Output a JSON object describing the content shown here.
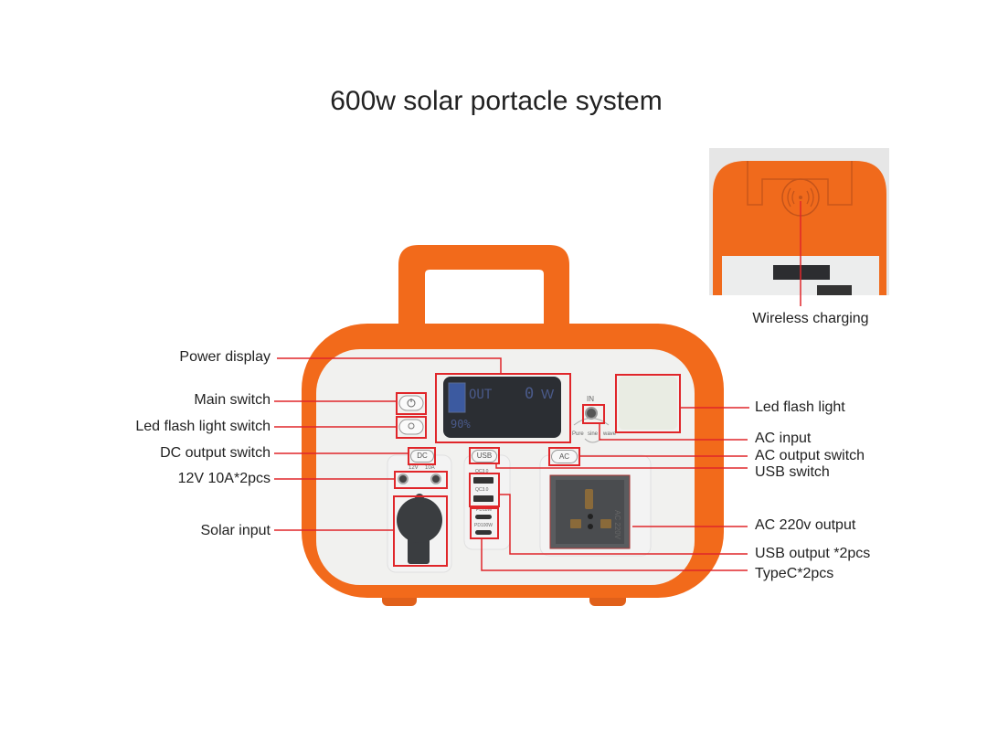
{
  "title": "600w solar portacle system",
  "colors": {
    "body": "#f26a1b",
    "callout_line": "#e0262a",
    "lcd": "#2b2e33",
    "lcd_text": "#4a5a8a"
  },
  "lcd": {
    "out_label": "OUT",
    "power_value": "0",
    "power_unit": "W",
    "battery_percent": "90%"
  },
  "panel_text": {
    "in": "IN",
    "pure": "Pure",
    "sine": "sine",
    "wave": "wave",
    "dc": "DC",
    "dc_spec_v": "12V",
    "dc_spec_a": "10A",
    "usb": "USB",
    "qc1": "QC3.0",
    "qc2": "QC3.0",
    "pd1": "PD18W",
    "pd2": "PD100W",
    "ac": "AC",
    "ac_rating": "AC 220V"
  },
  "callouts_left": [
    {
      "label": "Power display"
    },
    {
      "label": "Main switch"
    },
    {
      "label": "Led flash light switch"
    },
    {
      "label": "DC output switch"
    },
    {
      "label": "12V 10A*2pcs"
    },
    {
      "label": "Solar input"
    }
  ],
  "callouts_right": [
    {
      "label": "Led flash light"
    },
    {
      "label": "AC input"
    },
    {
      "label": "AC output switch"
    },
    {
      "label": "USB switch"
    },
    {
      "label": "AC 220v output"
    },
    {
      "label": "USB output *2pcs"
    },
    {
      "label": "TypeC*2pcs"
    }
  ],
  "inset": {
    "label": "Wireless charging",
    "icon": "wireless-charging-icon"
  }
}
